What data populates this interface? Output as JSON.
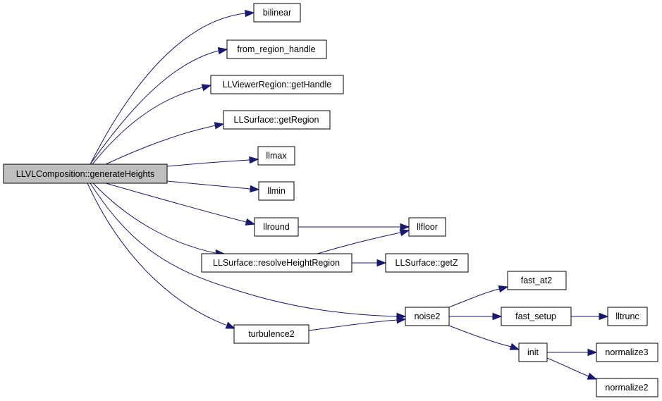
{
  "diagram": {
    "nodes": [
      {
        "id": "root",
        "label": "LLVLComposition::generateHeights",
        "root": true
      },
      {
        "id": "bilinear",
        "label": "bilinear"
      },
      {
        "id": "from_region_handle",
        "label": "from_region_handle"
      },
      {
        "id": "getHandle",
        "label": "LLViewerRegion::getHandle"
      },
      {
        "id": "getRegion",
        "label": "LLSurface::getRegion"
      },
      {
        "id": "llmax",
        "label": "llmax"
      },
      {
        "id": "llmin",
        "label": "llmin"
      },
      {
        "id": "llround",
        "label": "llround"
      },
      {
        "id": "llfloor",
        "label": "llfloor"
      },
      {
        "id": "resolveHeightRegion",
        "label": "LLSurface::resolveHeightRegion"
      },
      {
        "id": "getZ",
        "label": "LLSurface::getZ"
      },
      {
        "id": "fast_at2",
        "label": "fast_at2"
      },
      {
        "id": "noise2",
        "label": "noise2"
      },
      {
        "id": "fast_setup",
        "label": "fast_setup"
      },
      {
        "id": "lltrunc",
        "label": "lltrunc"
      },
      {
        "id": "turbulence2",
        "label": "turbulence2"
      },
      {
        "id": "init",
        "label": "init"
      },
      {
        "id": "normalize3",
        "label": "normalize3"
      },
      {
        "id": "normalize2",
        "label": "normalize2"
      }
    ],
    "edges": [
      {
        "from": "root",
        "to": "bilinear"
      },
      {
        "from": "root",
        "to": "from_region_handle"
      },
      {
        "from": "root",
        "to": "getHandle"
      },
      {
        "from": "root",
        "to": "getRegion"
      },
      {
        "from": "root",
        "to": "llmax"
      },
      {
        "from": "root",
        "to": "llmin"
      },
      {
        "from": "root",
        "to": "llround"
      },
      {
        "from": "root",
        "to": "resolveHeightRegion"
      },
      {
        "from": "root",
        "to": "noise2"
      },
      {
        "from": "root",
        "to": "turbulence2"
      },
      {
        "from": "llround",
        "to": "llfloor"
      },
      {
        "from": "resolveHeightRegion",
        "to": "llfloor"
      },
      {
        "from": "resolveHeightRegion",
        "to": "getZ"
      },
      {
        "from": "turbulence2",
        "to": "noise2"
      },
      {
        "from": "noise2",
        "to": "fast_at2"
      },
      {
        "from": "noise2",
        "to": "fast_setup"
      },
      {
        "from": "noise2",
        "to": "init"
      },
      {
        "from": "fast_setup",
        "to": "lltrunc"
      },
      {
        "from": "init",
        "to": "normalize3"
      },
      {
        "from": "init",
        "to": "normalize2"
      }
    ]
  }
}
